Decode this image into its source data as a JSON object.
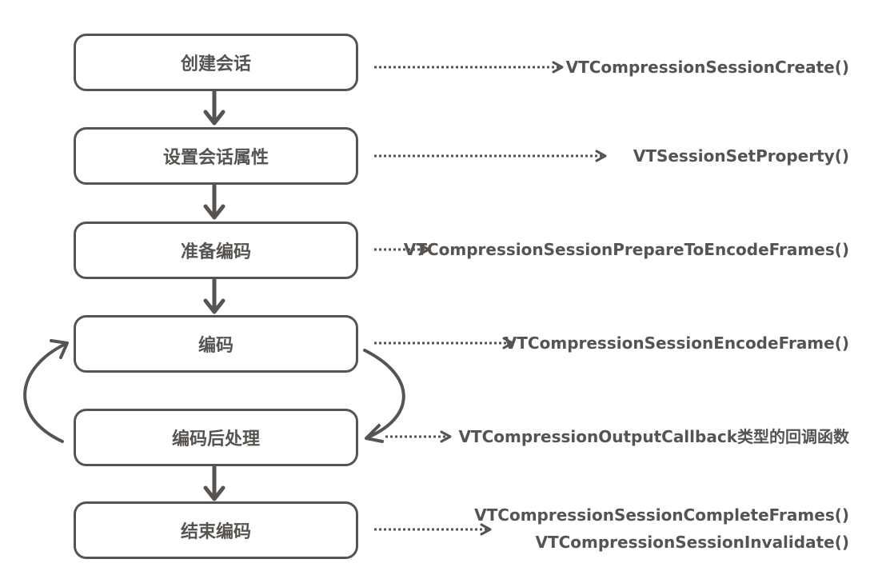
{
  "steps": [
    {
      "id": "create",
      "label": "创建会话"
    },
    {
      "id": "set-property",
      "label": "设置会话属性"
    },
    {
      "id": "prepare",
      "label": "准备编码"
    },
    {
      "id": "encode",
      "label": "编码"
    },
    {
      "id": "post-process",
      "label": "编码后处理"
    },
    {
      "id": "finish",
      "label": "结束编码"
    }
  ],
  "apis": {
    "create": "VTCompressionSessionCreate()",
    "set_property": "VTSessionSetProperty()",
    "prepare": "VTCompressionSessionPrepareToEncodeFrames()",
    "encode": "VTCompressionSessionEncodeFrame()",
    "post_process": "VTCompressionOutputCallback类型的回调函数",
    "finish_lines": [
      "VTCompressionSessionCompleteFrames()",
      "VTCompressionSessionInvalidate()"
    ]
  },
  "colors": {
    "stroke": "#565350",
    "text": "#565350",
    "background": "#ffffff"
  }
}
